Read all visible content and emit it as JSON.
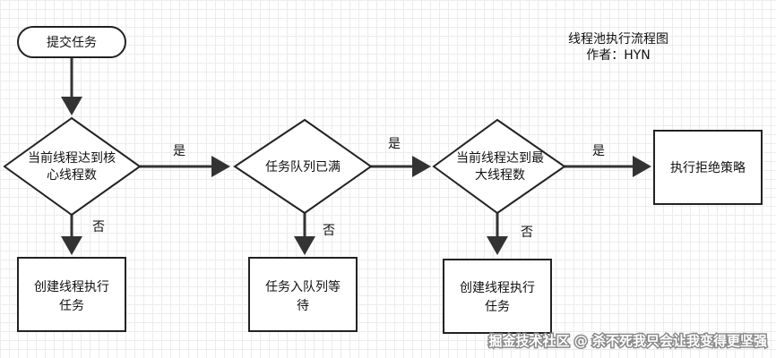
{
  "title": {
    "line1": "线程池执行流程图",
    "line2": "作者：HYN"
  },
  "nodes": {
    "submit": "提交任务",
    "core_check": [
      "当前线程达到核",
      "心线程数"
    ],
    "create_core": [
      "创建线程执行",
      "任务"
    ],
    "queue_check": "任务队列已满",
    "enqueue": [
      "任务入队列等",
      "待"
    ],
    "max_check": [
      "当前线程达到最",
      "大线程数"
    ],
    "create_max": [
      "创建线程执行",
      "任务"
    ],
    "reject": "执行拒绝策略"
  },
  "edge_labels": {
    "yes_1": "是",
    "no_1": "否",
    "yes_2": "是",
    "no_2": "否",
    "yes_3": "是",
    "no_3": "否"
  },
  "watermark": "掘金技术社区 @ 杀不死我只会让我变得更坚强"
}
